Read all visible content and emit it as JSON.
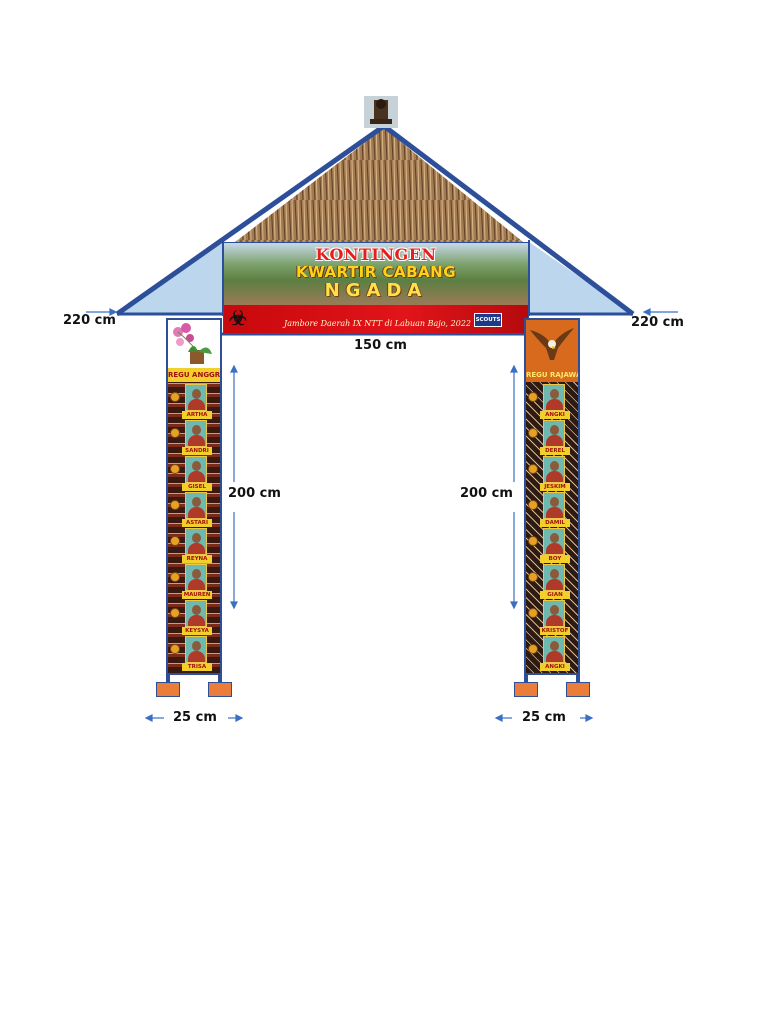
{
  "banner": {
    "title_line1": "KONTINGEN",
    "title_line2": "KWARTIR CABANG",
    "title_line3": "NGADA",
    "subtitle": "Jambore Daerah IX NTT di Labuan Bajo, 2022",
    "badge_text": "SCOUTS"
  },
  "dimensions": {
    "left_eave": "220 cm",
    "right_eave": "220 cm",
    "span_width": "150 cm",
    "left_height": "200 cm",
    "right_height": "200 cm",
    "left_base": "25 cm",
    "right_base": "25 cm"
  },
  "left_pillar": {
    "group_name": "REGU ANGGREK",
    "members": [
      "ARTHA",
      "SANDRI",
      "GISEL",
      "ASTARI",
      "REYNA",
      "MAUREN",
      "KEYSYA",
      "TRISA"
    ]
  },
  "right_pillar": {
    "group_name": "REGU RAJAWALI",
    "members": [
      "ANGKI",
      "DEREL",
      "JESKIM",
      "DAMIL",
      "BOY",
      "GIAN",
      "KRISTOF",
      "ANGKI"
    ]
  },
  "colors": {
    "frame": "#2d4f9a",
    "gable_fill": "#bcd6ee",
    "banner_red": "#e1141a",
    "foot": "#ea7d3a"
  }
}
